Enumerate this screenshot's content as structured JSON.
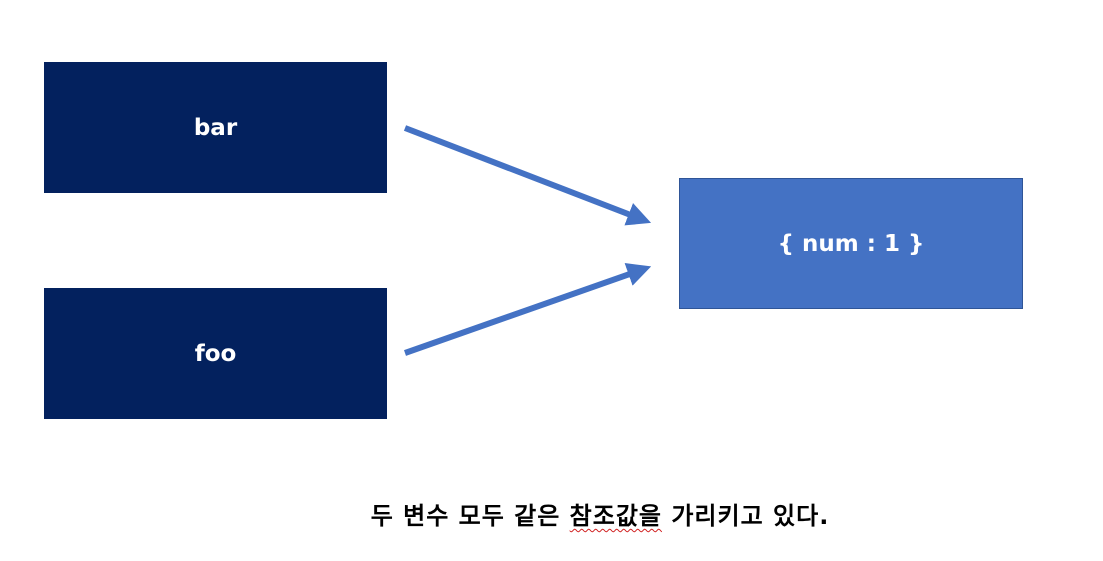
{
  "diagram": {
    "variables": [
      {
        "label": "bar"
      },
      {
        "label": "foo"
      }
    ],
    "object": {
      "label": "{ num : 1 }"
    },
    "arrow_color": "#4472C4",
    "variable_box_color": "#03215E",
    "object_box_color": "#4472C4"
  },
  "caption": {
    "before": "두 변수 모두 같은 ",
    "underlined": "참조값을",
    "after": " 가리키고 있다."
  }
}
